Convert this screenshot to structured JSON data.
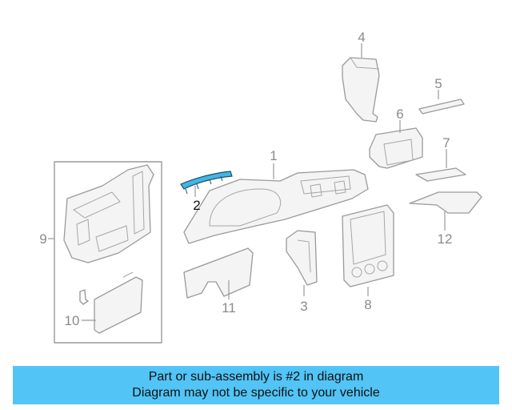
{
  "diagram": {
    "highlight_color": "#41b6e6",
    "callouts": [
      {
        "id": "1",
        "label": "1"
      },
      {
        "id": "2",
        "label": "2"
      },
      {
        "id": "3",
        "label": "3"
      },
      {
        "id": "4",
        "label": "4"
      },
      {
        "id": "5",
        "label": "5"
      },
      {
        "id": "6",
        "label": "6"
      },
      {
        "id": "7",
        "label": "7"
      },
      {
        "id": "8",
        "label": "8"
      },
      {
        "id": "9",
        "label": "9"
      },
      {
        "id": "10",
        "label": "10"
      },
      {
        "id": "11",
        "label": "11"
      },
      {
        "id": "12",
        "label": "12"
      }
    ]
  },
  "caption": {
    "line1": "Part or sub-assembly is #2 in diagram",
    "line2": "Diagram may not be specific to your vehicle",
    "background": "#52c4f5"
  }
}
